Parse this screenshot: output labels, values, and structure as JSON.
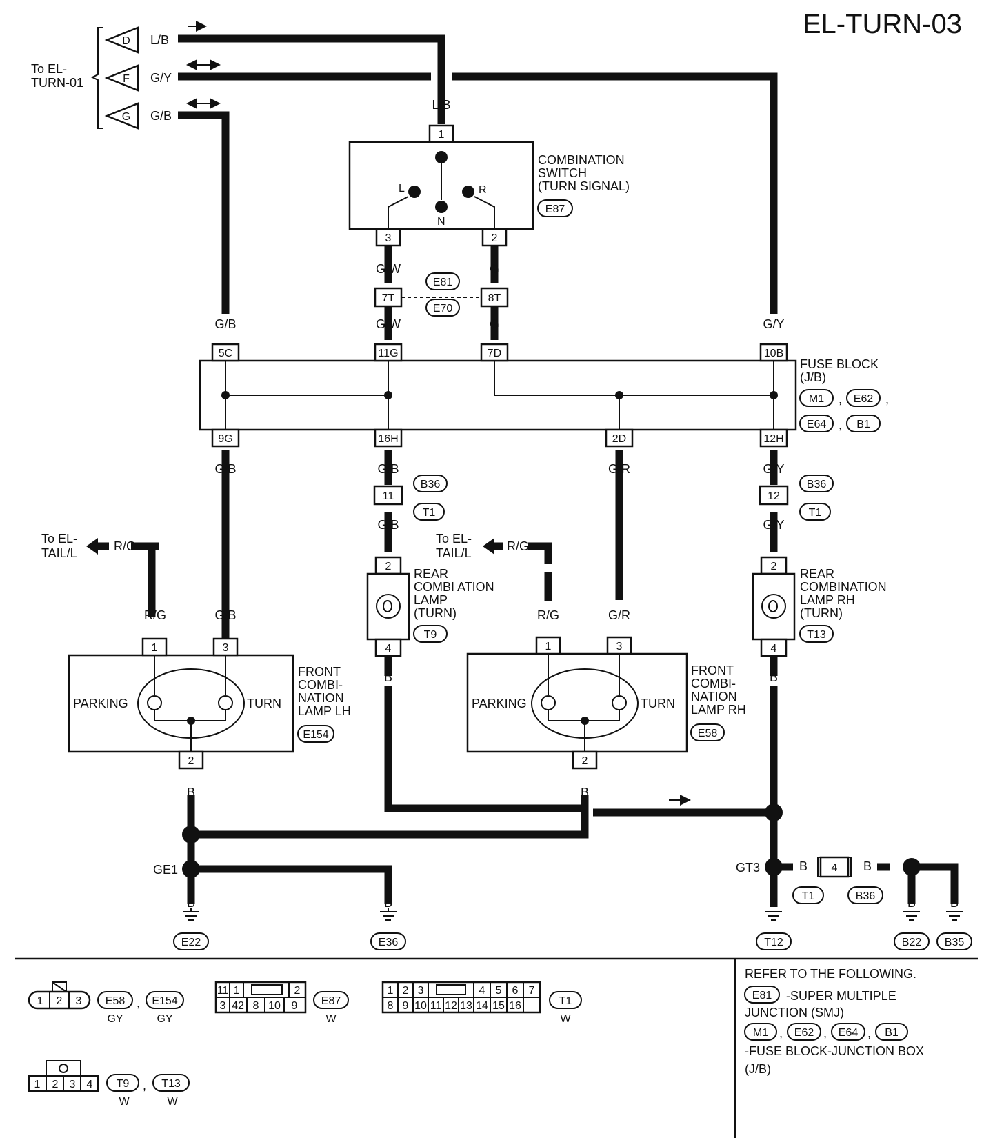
{
  "title": "EL-TURN-03",
  "to_el_turn_01": [
    "To EL-",
    "TURN-01"
  ],
  "arrows_left": [
    {
      "letter": "D",
      "wire": "L/B"
    },
    {
      "letter": "F",
      "wire": "G/Y"
    },
    {
      "letter": "G",
      "wire": "G/B"
    }
  ],
  "combination_switch": {
    "label": [
      "COMBINATION",
      "SWITCH",
      "(TURN SIGNAL)"
    ],
    "connector": "E87",
    "pos_l": "L",
    "pos_r": "R",
    "pos_n": "N",
    "pins": {
      "top": "1",
      "left": "3",
      "right": "2"
    },
    "wire_in": "L/B"
  },
  "smj": {
    "conn_top": "E81",
    "conn_bottom": "E70",
    "pin_left": "7T",
    "pin_right": "8T"
  },
  "wires": {
    "gw": "G/W",
    "g": "G",
    "gb": "G/B",
    "gy": "G/Y",
    "gr": "G/R",
    "rg": "R/G",
    "b": "B",
    "lb": "L/B"
  },
  "fuse_block": {
    "label": [
      "FUSE BLOCK",
      "(J/B)"
    ],
    "connectors": [
      "M1",
      "E62",
      "E64",
      "B1"
    ],
    "top_pins": [
      "5C",
      "11G",
      "7D",
      "10B"
    ],
    "bottom_pins": [
      "9G",
      "16H",
      "2D",
      "12H"
    ]
  },
  "to_el_tail": [
    "To EL-",
    "TAIL/L"
  ],
  "rear_lh": {
    "label": [
      "REAR",
      "COMBI ATION",
      "LAMP",
      "(TURN)"
    ],
    "connector": "T9",
    "pin_top": "2",
    "pin_bottom": "4",
    "inline_pin": "11",
    "inline_conn_top": "B36",
    "inline_conn_bottom": "T1"
  },
  "rear_rh": {
    "label": [
      "REAR",
      "COMBINATION",
      "LAMP RH",
      "(TURN)"
    ],
    "connector": "T13",
    "pin_top": "2",
    "pin_bottom": "4",
    "inline_pin": "12",
    "inline_conn_top": "B36",
    "inline_conn_bottom": "T1"
  },
  "front_lh": {
    "label": [
      "FRONT",
      "COMBI-",
      "NATION",
      "LAMP LH"
    ],
    "connector": "E154",
    "parking": "PARKING",
    "turn": "TURN",
    "pins": [
      "1",
      "3",
      "2"
    ]
  },
  "front_rh": {
    "label": [
      "FRONT",
      "COMBI-",
      "NATION",
      "LAMP RH"
    ],
    "connector": "E58",
    "parking": "PARKING",
    "turn": "TURN",
    "pins": [
      "1",
      "3",
      "2"
    ]
  },
  "grounds": {
    "ge1": "GE1",
    "gt3": "GT3",
    "list": [
      "E22",
      "E36",
      "T12",
      "B22",
      "B35"
    ]
  },
  "gt3_joint": {
    "pin": "4",
    "conn_left": "T1",
    "conn_right": "B36"
  },
  "legend": {
    "c3": {
      "pins": [
        "1",
        "2",
        "3"
      ],
      "names": [
        "E58",
        "E154"
      ],
      "colors": [
        "GY",
        "GY"
      ]
    },
    "c12": {
      "row1": [
        "11",
        "1",
        "2"
      ],
      "row2": [
        "3",
        "42",
        "8",
        "10",
        "9"
      ],
      "name": "E87",
      "color": "W"
    },
    "c16": {
      "row1": [
        "1",
        "2",
        "3",
        "4",
        "5",
        "6",
        "7"
      ],
      "row2": [
        "8",
        "9",
        "10",
        "11",
        "12",
        "13",
        "14",
        "15",
        "16"
      ],
      "name": "T1",
      "color": "W"
    },
    "c4": {
      "pins": [
        "1",
        "2",
        "3",
        "4"
      ],
      "names": [
        "T9",
        "T13"
      ],
      "colors": [
        "W",
        "W"
      ]
    }
  },
  "refer": {
    "heading": "REFER TO THE FOLLOWING.",
    "e81": "E81",
    "e81_text": [
      "-SUPER MULTIPLE",
      "JUNCTION (SMJ)"
    ],
    "fb_codes": [
      "M1",
      "E62",
      "E64",
      "B1"
    ],
    "fb_text": [
      "-FUSE BLOCK-JUNCTION BOX",
      "(J/B)"
    ]
  }
}
